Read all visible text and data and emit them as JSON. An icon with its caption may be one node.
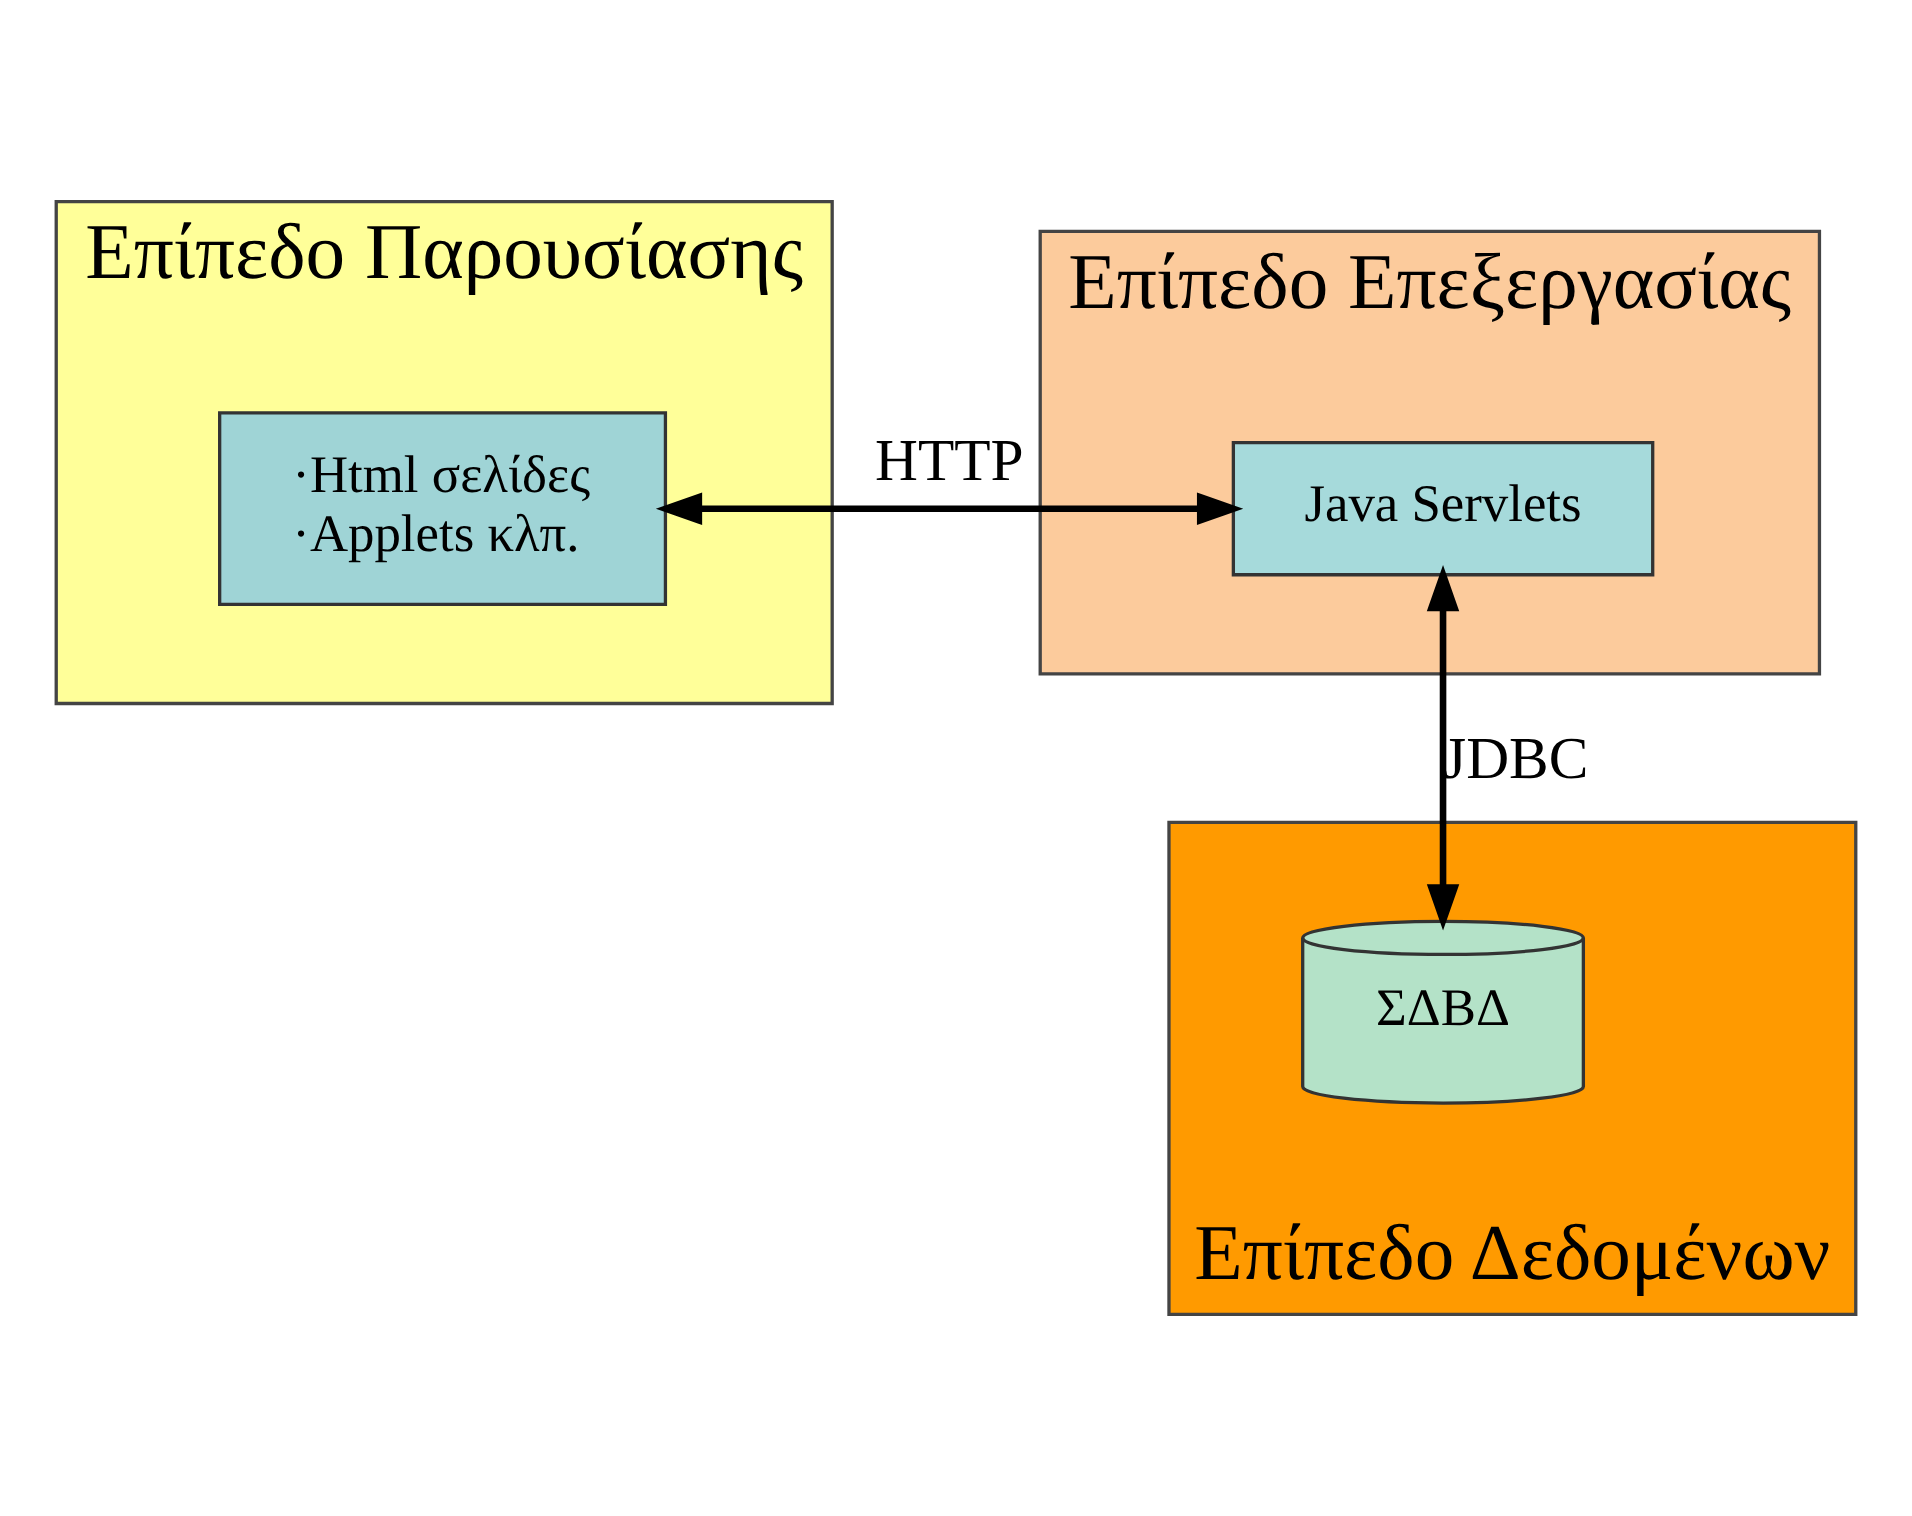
{
  "diagram": {
    "nodes": [
      {
        "text": [
          "Επίπεδο Παρουσίασης"
        ]
      },
      {
        "text": [
          "·Html σελίδες",
          "·Applets κλπ."
        ],
        "in": 0
      },
      {
        "text": [
          "Επίπεδο Επεξεργασίας"
        ]
      },
      {
        "text": [
          "Java Servlets"
        ],
        "in": 2
      },
      {
        "text": [
          "Επίπεδο Δεδομένων"
        ]
      },
      {
        "text": [
          "ΣΔΒΔ"
        ],
        "in": 4
      }
    ],
    "edges": [
      {
        "from": 1,
        "to": 3,
        "arrow": "both",
        "label": "HTTP"
      },
      {
        "from": 3,
        "to": 5,
        "arrow": "both",
        "label": "JDBC"
      }
    ]
  }
}
